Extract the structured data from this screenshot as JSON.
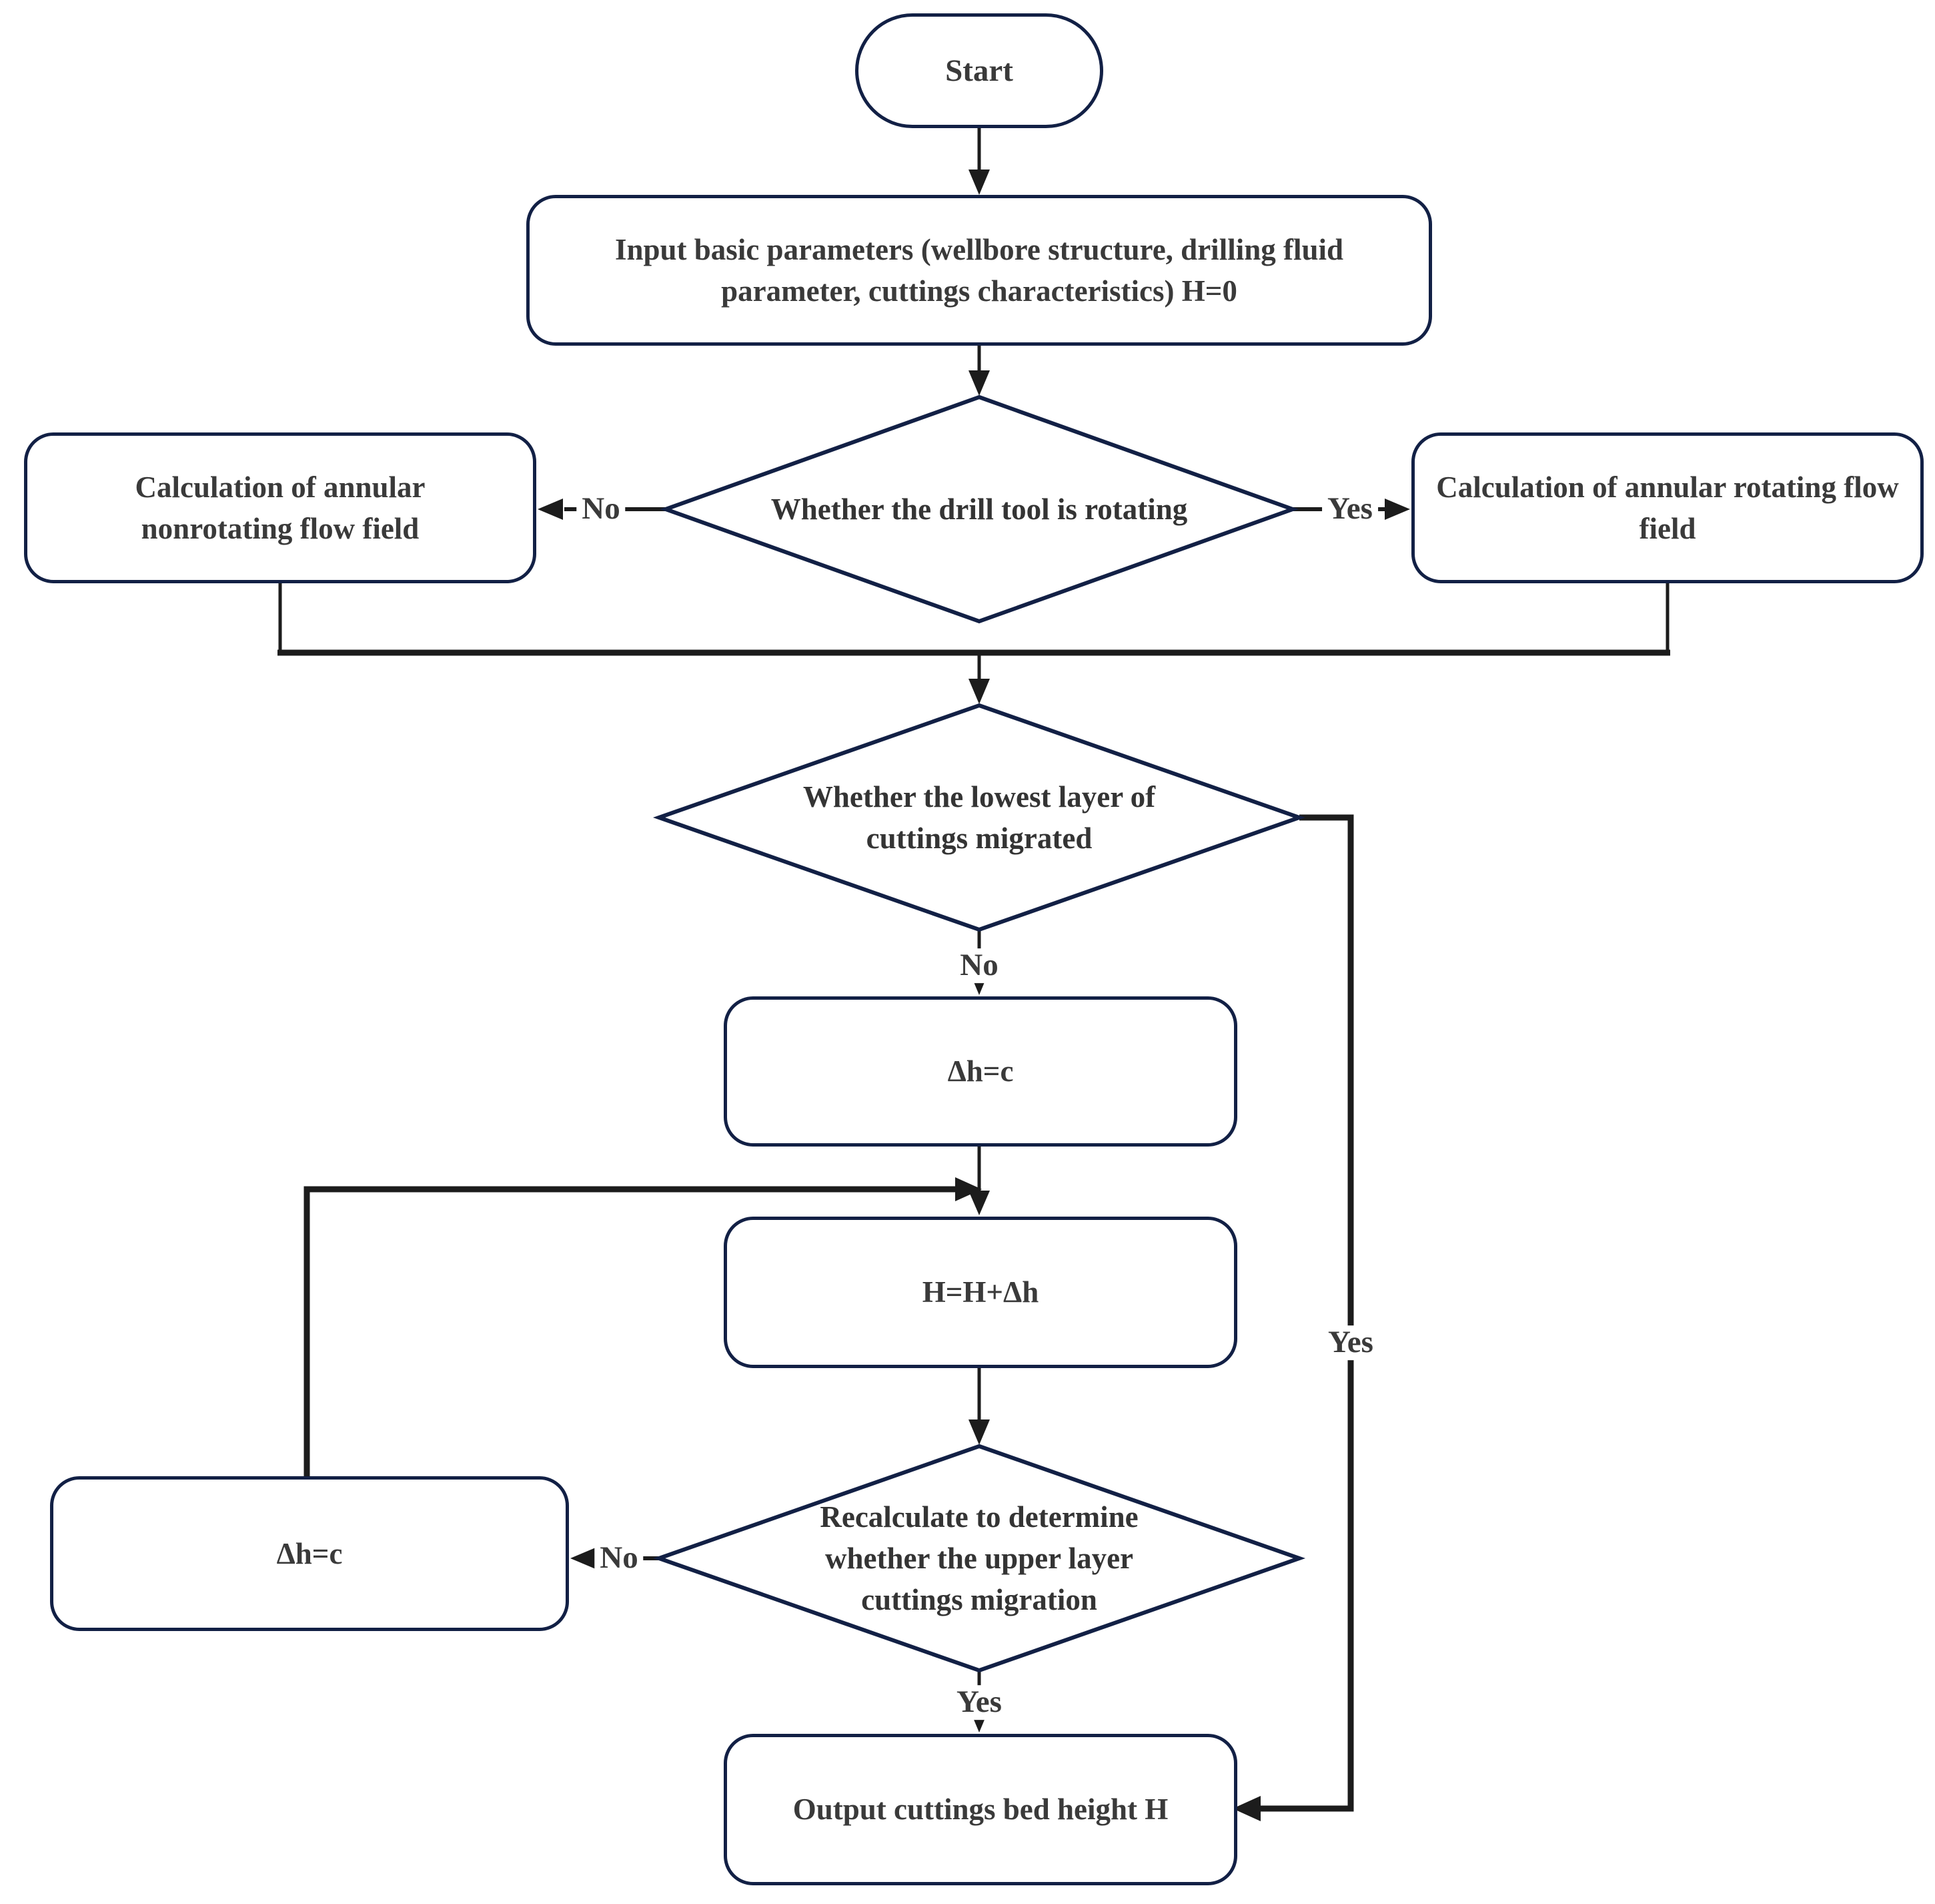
{
  "diagram_type": "flowchart",
  "nodes": {
    "start": {
      "label": "Start",
      "shape": "terminator"
    },
    "input": {
      "label": "Input basic parameters (wellbore structure, drilling fluid parameter, cuttings characteristics) H=0",
      "shape": "process"
    },
    "decision_drill_rotating": {
      "label": "Whether the drill tool is rotating",
      "shape": "decision"
    },
    "calc_nonrotating": {
      "label": "Calculation of annular nonrotating flow field",
      "shape": "process"
    },
    "calc_rotating": {
      "label": "Calculation of annular rotating flow field",
      "shape": "process"
    },
    "decision_lowest_migrated": {
      "label": "Whether the lowest layer of cuttings migrated",
      "shape": "decision"
    },
    "delta_h_initial": {
      "label": "Δh=c",
      "shape": "process"
    },
    "height_update": {
      "label": "H=H+Δh",
      "shape": "process"
    },
    "decision_upper_migration": {
      "label": "Recalculate to determine whether the upper layer cuttings migration",
      "shape": "decision"
    },
    "delta_h_loop": {
      "label": "Δh=c",
      "shape": "process"
    },
    "output": {
      "label": "Output cuttings bed height H",
      "shape": "process"
    }
  },
  "edge_labels": {
    "no_drill": "No",
    "yes_drill": "Yes",
    "no_lowest": "No",
    "yes_lowest": "Yes",
    "no_upper": "No",
    "yes_upper": "Yes"
  },
  "colors": {
    "node_border": "#122045",
    "connector": "#1c1c1c",
    "text": "#3a3a3a",
    "background": "#ffffff"
  }
}
